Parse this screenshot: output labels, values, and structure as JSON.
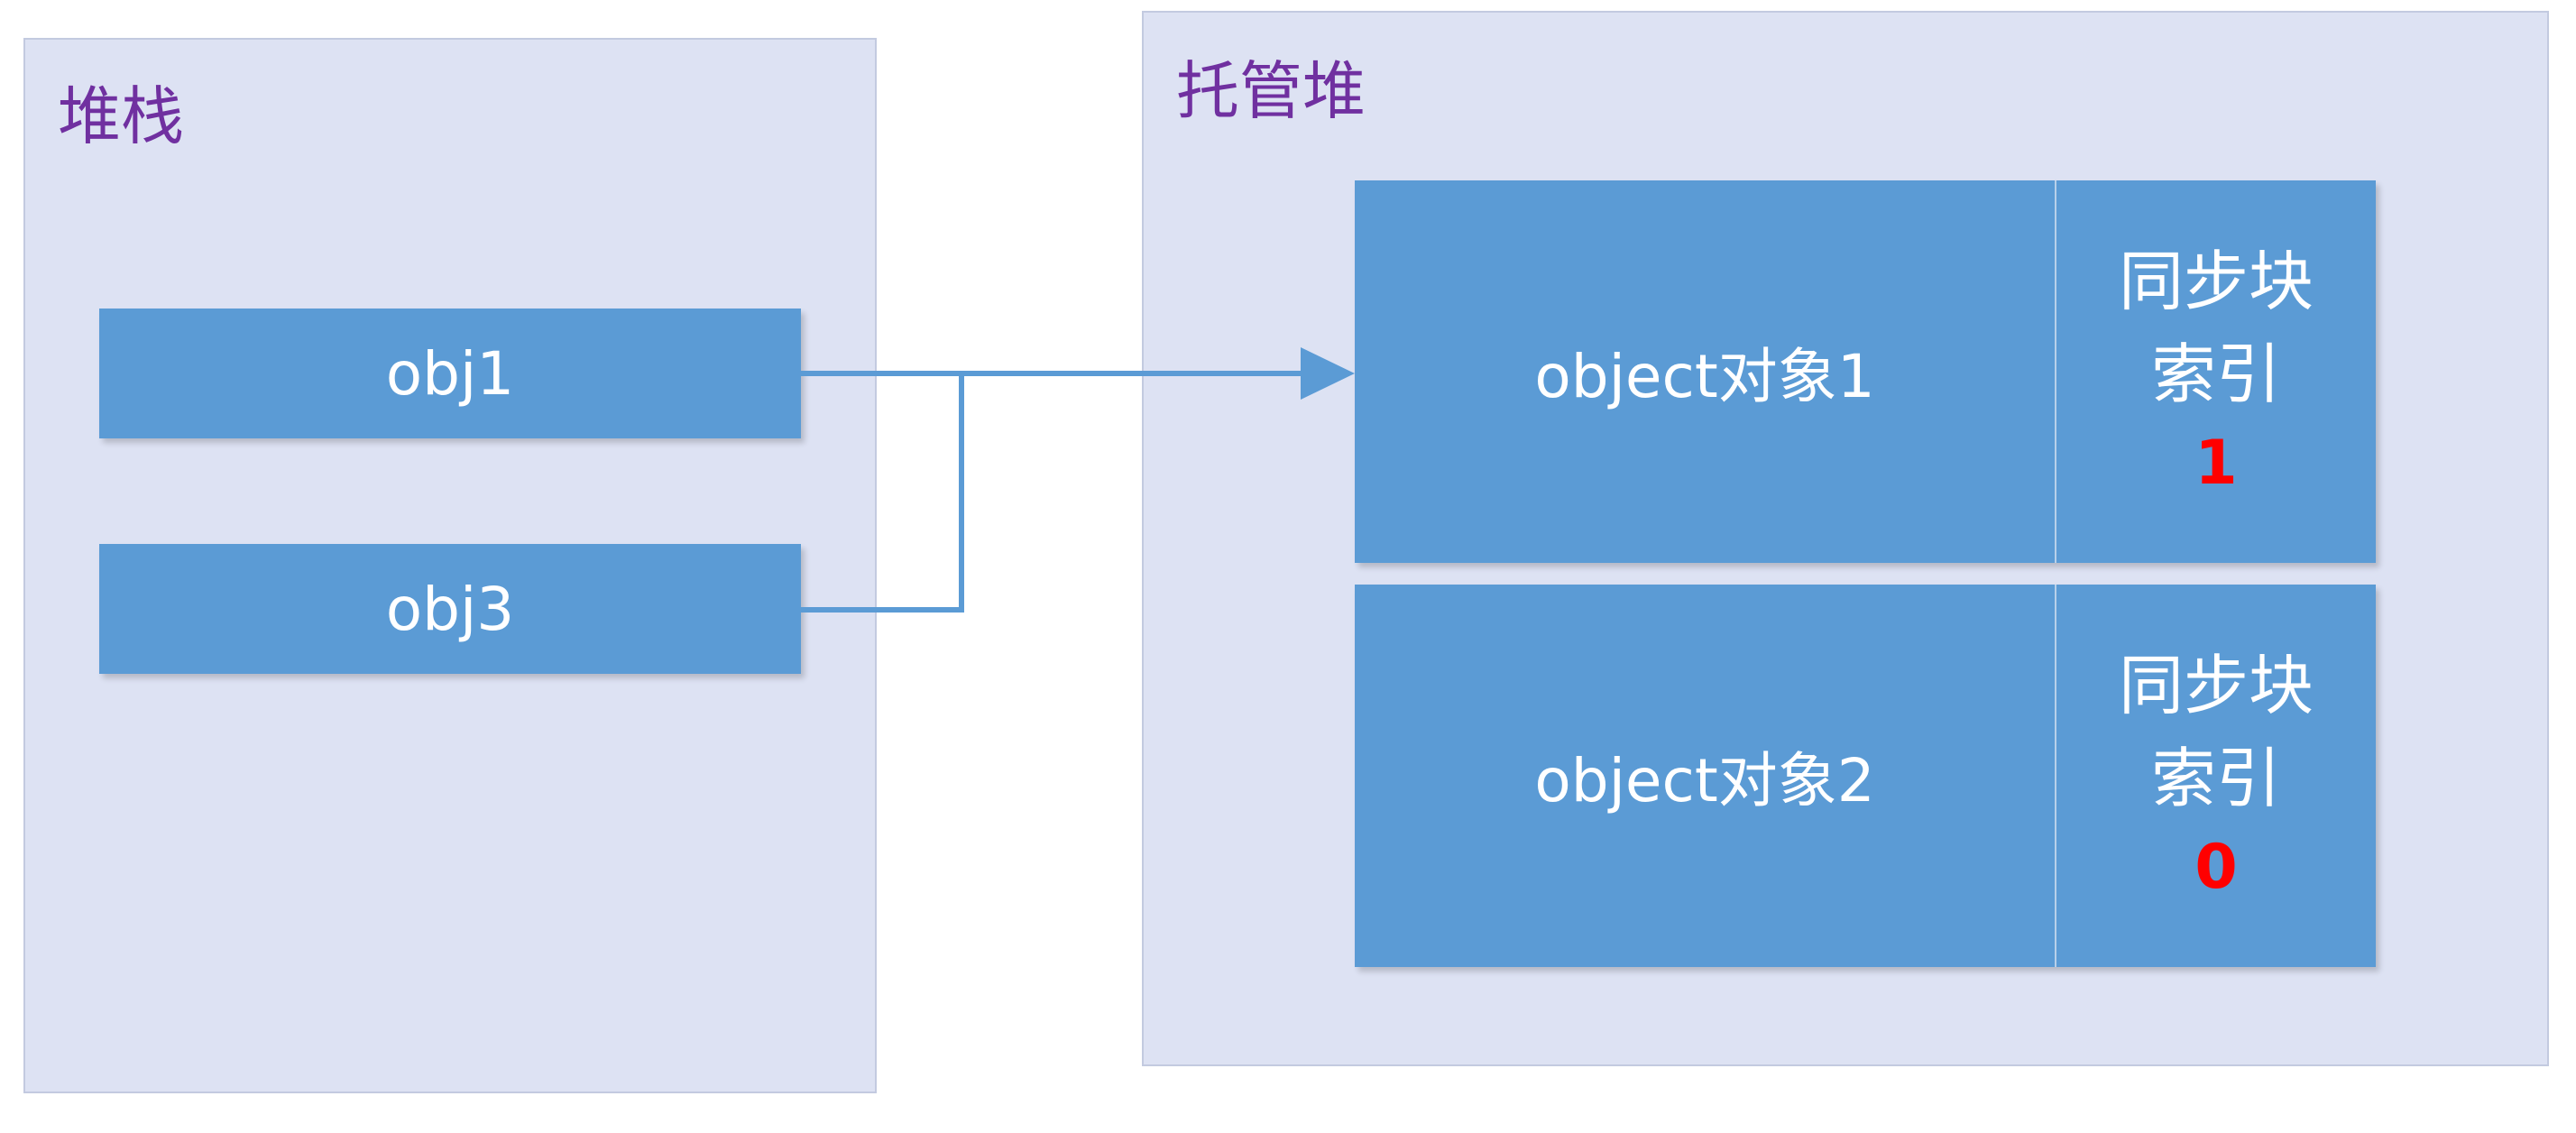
{
  "stack": {
    "title": "堆栈",
    "refs": [
      {
        "label": "obj1"
      },
      {
        "label": "obj3"
      }
    ]
  },
  "heap": {
    "title": "托管堆",
    "objects": [
      {
        "label": "object对象1",
        "sync_line1": "同步块",
        "sync_line2": "索引",
        "sync_index": "1"
      },
      {
        "label": "object对象2",
        "sync_line1": "同步块",
        "sync_line2": "索引",
        "sync_index": "0"
      }
    ]
  },
  "colors": {
    "panel_bg": "#dde2f3",
    "title": "#7030a0",
    "box": "#5b9bd5",
    "sync_index": "#ff0000"
  }
}
